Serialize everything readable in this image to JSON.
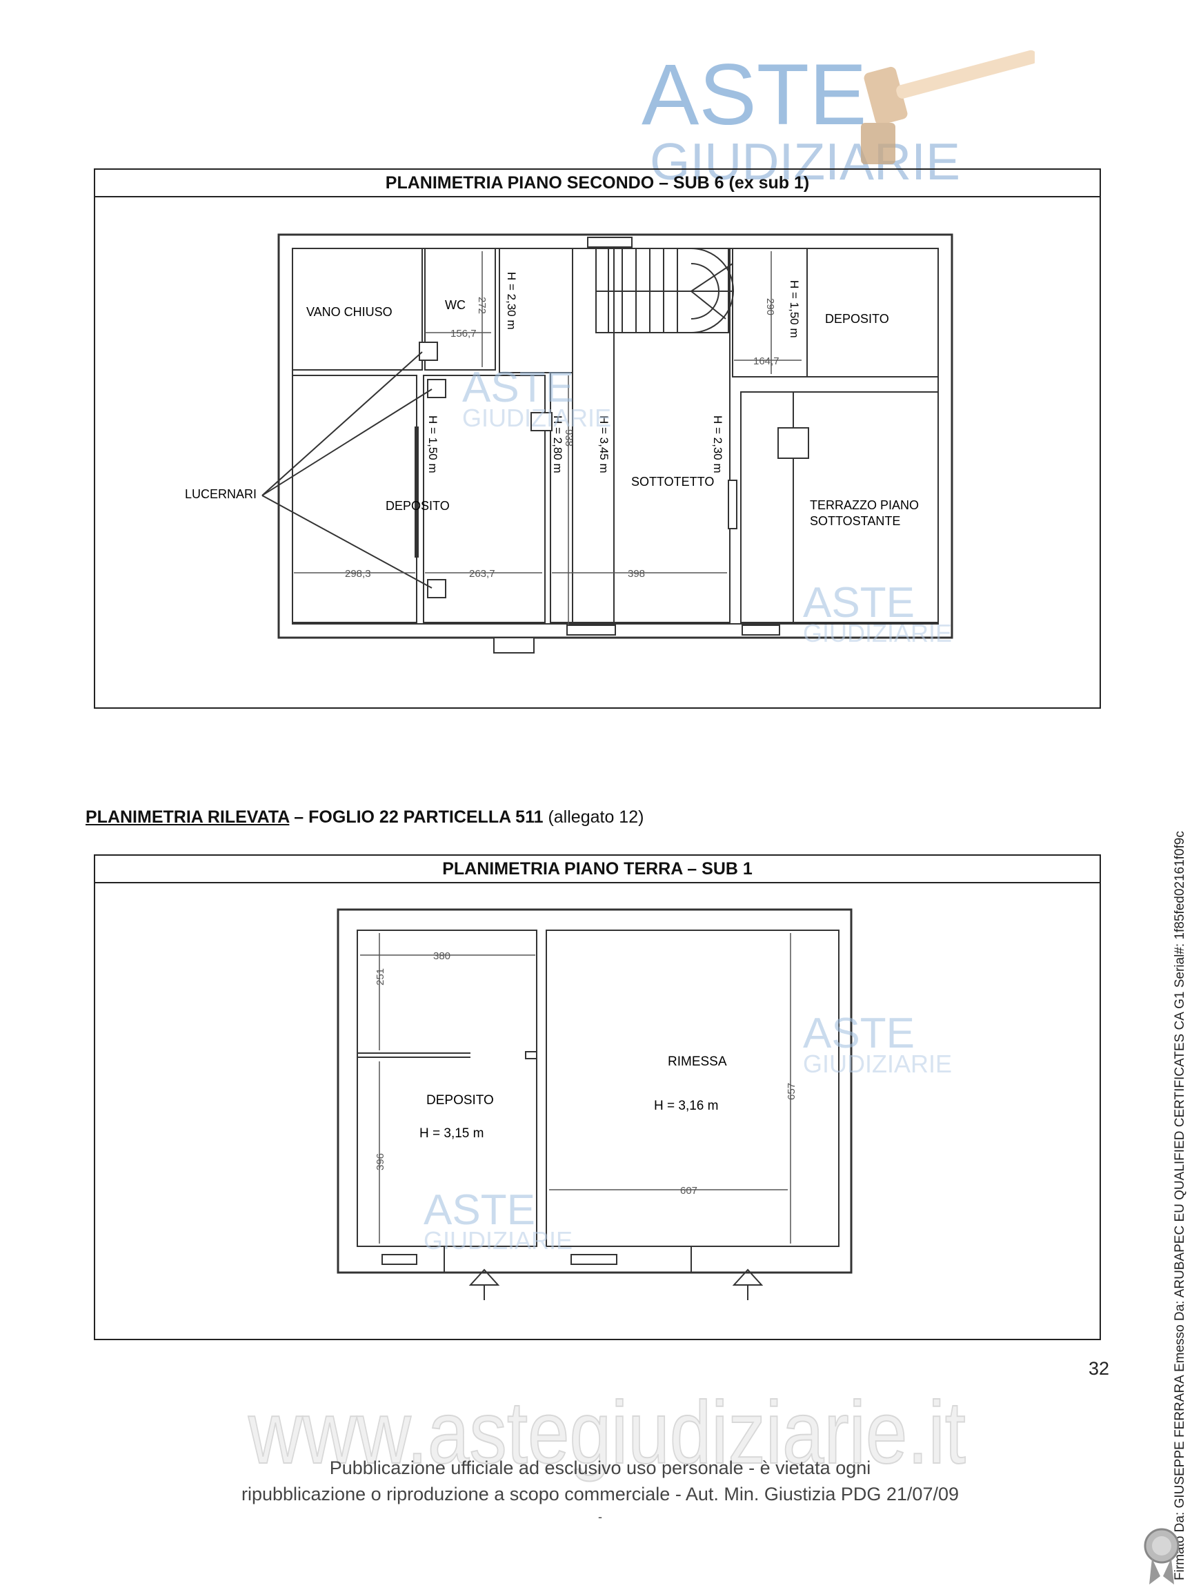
{
  "watermark": {
    "line1": "ASTE",
    "line2": "GIUDIZIARIE",
    "url": "www.astegiudiziarie.it",
    "blue": "#8fb4d8",
    "gold": "#e8c49a"
  },
  "plan1": {
    "title": "PLANIMETRIA PIANO SECONDO – SUB 6 (ex sub 1)",
    "rooms": {
      "vano_chiuso": "VANO CHIUSO",
      "wc": "WC",
      "deposito_a": "DEPOSITO",
      "deposito_b": "DEPOSITO",
      "sottotetto": "SOTTOTETTO",
      "terrazzo_1": "TERRAZZO PIANO",
      "terrazzo_2": "SOTTOSTANTE",
      "lucernari": "LUCERNARI"
    },
    "heights": {
      "h_wc": "H = 2,30 m",
      "h_dep_right": "H = 1,50 m",
      "h_dep_left": "H = 1,50 m",
      "h_280": "H = 2,80 m",
      "h_345": "H = 3,45 m",
      "h_230b": "H = 2,30 m"
    },
    "dims": {
      "d272": "272",
      "d1567": "156,7",
      "d290": "290",
      "d1647": "164,7",
      "d938": "938",
      "d2983": "298,3",
      "d2637": "263,7",
      "d398": "398"
    }
  },
  "section2": {
    "heading_underlined": "PLANIMETRIA RILEVATA",
    "heading_bold": " – FOGLIO 22 PARTICELLA 511 ",
    "heading_normal": "(allegato 12)"
  },
  "plan2": {
    "title": "PLANIMETRIA PIANO TERRA – SUB 1",
    "rooms": {
      "deposito": "DEPOSITO",
      "h_deposito": "H = 3,15 m",
      "rimessa": "RIMESSA",
      "h_rimessa": "H = 3,16 m"
    },
    "dims": {
      "d380": "380",
      "d251": "251",
      "d396": "396",
      "d657": "657",
      "d607": "607"
    }
  },
  "footer": {
    "line1": "Pubblicazione ufficiale ad esclusivo uso personale - è vietata ogni",
    "line2": "ripubblicazione o riproduzione a scopo commerciale - Aut. Min. Giustizia PDG 21/07/09",
    "dash": "-"
  },
  "page_number": "32",
  "signature_text": "Firmato Da: GIUSEPPE FERRARA Emesso Da: ARUBAPEC EU QUALIFIED CERTIFICATES CA G1 Serial#: 1f85fed02161f0f9c"
}
